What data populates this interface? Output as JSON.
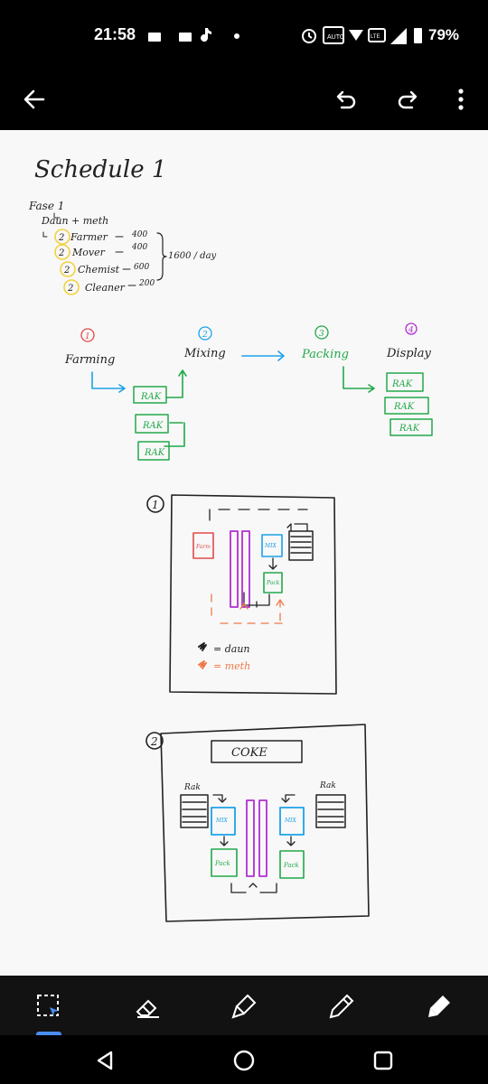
{
  "status_bar": {
    "time": "21:58",
    "battery": "79%"
  },
  "sketch": {
    "title": "Schedule 1",
    "phase": "Fase 1",
    "phase_sub": "Daun + meth",
    "roles": [
      {
        "count": "2",
        "name": "Farmer",
        "value": "400"
      },
      {
        "count": "2",
        "name": "Mover",
        "value": "400"
      },
      {
        "count": "2",
        "name": "Chemist",
        "value": "600"
      },
      {
        "count": "2",
        "name": "Cleaner",
        "value": "200"
      }
    ],
    "total": "1600 / day",
    "flow": [
      {
        "num": "1",
        "label": "Farming"
      },
      {
        "num": "2",
        "label": "Mixing"
      },
      {
        "num": "3",
        "label": "Packing"
      },
      {
        "num": "4",
        "label": "Display"
      }
    ],
    "rak_label": "RAK",
    "diagram1": {
      "num": "1",
      "farm_label": "Farm",
      "mix_label": "MIX",
      "pack_label": "Pack",
      "legend_daun": "= daun",
      "legend_meth": "= meth"
    },
    "diagram2": {
      "num": "2",
      "sign": "COKE",
      "rak_left": "Rak",
      "rak_right": "Rak",
      "mix_label": "MIX",
      "pack_label": "Pack"
    }
  },
  "colors": {
    "red": "#e04b4b",
    "blue": "#1da1e8",
    "green": "#22a84a",
    "purple": "#b02fd0",
    "orange": "#ee7a4a",
    "yellow": "#f2d23c",
    "ink": "#222222"
  },
  "icons": {
    "back": "back-arrow-icon",
    "undo": "undo-icon",
    "redo": "redo-icon",
    "more": "more-vertical-icon",
    "tools": [
      "lasso-select-icon",
      "eraser-icon",
      "highlighter-icon",
      "pen-icon",
      "marker-icon"
    ],
    "nav": [
      "nav-back-icon",
      "nav-home-icon",
      "nav-recents-icon"
    ]
  }
}
